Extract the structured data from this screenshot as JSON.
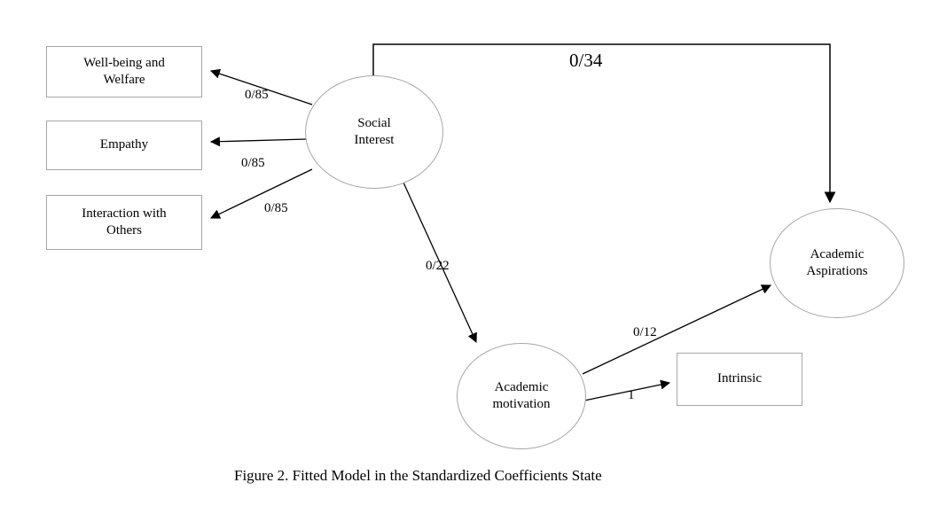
{
  "figure": {
    "caption": "Figure 2. Fitted Model in the Standardized Coefficients State"
  },
  "nodes": {
    "well_being": {
      "label": "Well-being and Welfare"
    },
    "empathy": {
      "label": "Empathy"
    },
    "interaction": {
      "label": "Interaction with Others"
    },
    "social_interest": {
      "label": "Social Interest"
    },
    "academic_motivation": {
      "label": "Academic motivation"
    },
    "academic_aspirations": {
      "label": "Academic Aspirations"
    },
    "intrinsic": {
      "label": "Intrinsic"
    }
  },
  "edges": {
    "social_to_wellbeing": {
      "label": "0/85"
    },
    "social_to_empathy": {
      "label": "0/85"
    },
    "social_to_interaction": {
      "label": "0/85"
    },
    "social_to_aspirations": {
      "label": "0/34"
    },
    "social_to_motivation": {
      "label": "0/22"
    },
    "motivation_to_aspirations": {
      "label": "0/12"
    },
    "motivation_to_intrinsic": {
      "label": "1"
    }
  },
  "colors": {
    "shape_border": "#a6a6a6",
    "arrow": "#000000",
    "background": "#ffffff"
  }
}
